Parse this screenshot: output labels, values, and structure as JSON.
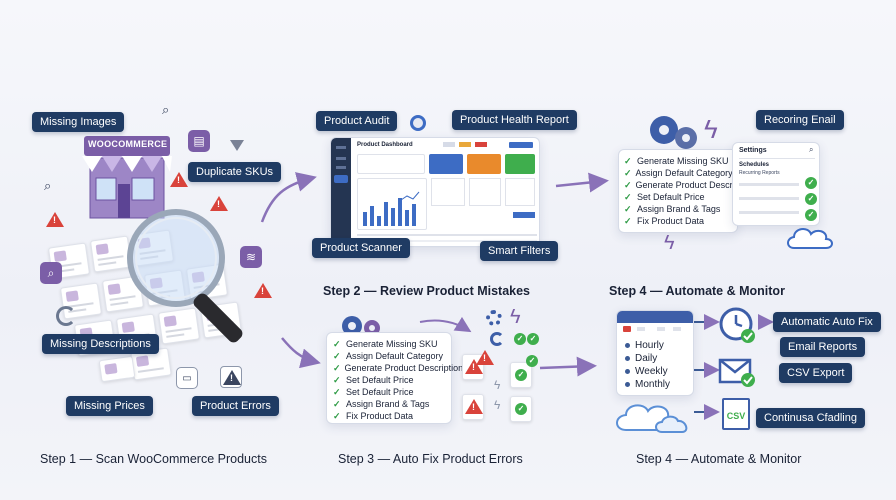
{
  "step1": {
    "caption": "Step 1 — Scan WooCommerce Products",
    "store_sign": "WOOCOMMERCE",
    "tags": {
      "missing_images": "Missing Images",
      "duplicate_skus": "Duplicate SKUs",
      "missing_descriptions": "Missing Descriptions",
      "missing_prices": "Missing Prices",
      "product_errors": "Product Errors"
    }
  },
  "step2": {
    "caption": "Step 2 — Review Product Mistakes",
    "dashboard_title": "Product Dashboard",
    "tags": {
      "product_audit": "Product Audit",
      "product_health_report": "Product Health Report",
      "product_scanner": "Product Scanner",
      "smart_filters": "Smart Filters"
    }
  },
  "step3": {
    "caption": "Step 3 — Auto Fix Product Errors",
    "checklist": [
      "Generate Missing SKU",
      "Assign Default Category",
      "Generate Product Description",
      "Set Default Price",
      "Set Default Price",
      "Assign Brand & Tags",
      "Fix Product Data"
    ]
  },
  "step4_top": {
    "caption": "Step 4 — Automate & Monitor",
    "tag_recurring_email": "Recoring Enail",
    "checklist": [
      "Generate Missing SKU",
      "Assign Default Category",
      "Generate Product Description",
      "Set Default Price",
      "Assign Brand & Tags",
      "Fix Product Data"
    ],
    "settings_title": "Settings",
    "settings_section": "Schedules",
    "settings_item": "Recurring Reports"
  },
  "step4_bottom": {
    "caption": "Step 4 — Automate & Monitor",
    "schedule": [
      "Hourly",
      "Daily",
      "Weekly",
      "Monthly"
    ],
    "tags": {
      "automatic_auto_fix": "Automatic Auto Fix",
      "email_reports": "Email Reports",
      "csv_export": "CSV Export",
      "continuous_crawling": "Continusa Cfadling"
    },
    "csv_icon_label": "CSV"
  },
  "colors": {
    "navy_tag": "#1f3b63",
    "accent_purple": "#7b5ea7",
    "check_green": "#3fae4d",
    "warning_red": "#d9433b",
    "arrow_purple": "#8a72b8"
  }
}
